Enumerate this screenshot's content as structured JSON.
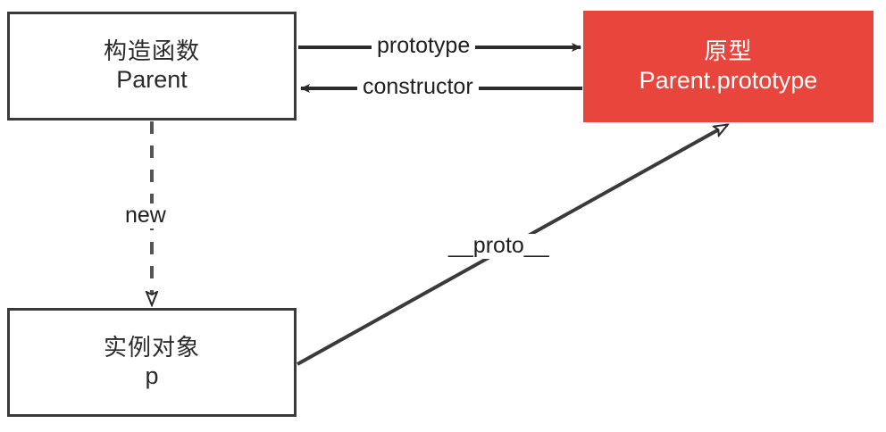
{
  "diagram": {
    "title": "JavaScript prototype relationship diagram",
    "colors": {
      "accent": "#e8453c",
      "stroke": "#3a3a3a",
      "edge": "#2b2b2b",
      "text_dark": "#2b2b2b",
      "text_light": "#ffffff",
      "background": "#ffffff"
    },
    "nodes": [
      {
        "id": "constructor-node",
        "line1": "构造函数",
        "line2": "Parent",
        "style": "plain"
      },
      {
        "id": "prototype-node",
        "line1": "原型",
        "line2": "Parent.prototype",
        "style": "accent"
      },
      {
        "id": "instance-node",
        "line1": "实例对象",
        "line2": "p",
        "style": "plain"
      }
    ],
    "edges": [
      {
        "id": "edge-prototype",
        "label": "prototype",
        "from": "constructor-node",
        "to": "prototype-node",
        "line": "solid",
        "arrow": "filled"
      },
      {
        "id": "edge-constructor",
        "label": "constructor",
        "from": "prototype-node",
        "to": "constructor-node",
        "line": "solid",
        "arrow": "filled"
      },
      {
        "id": "edge-new",
        "label": "new",
        "from": "constructor-node",
        "to": "instance-node",
        "line": "dashed",
        "arrow": "hollow"
      },
      {
        "id": "edge-proto",
        "label": "__proto__",
        "from": "instance-node",
        "to": "prototype-node",
        "line": "solid",
        "arrow": "hollow"
      }
    ]
  }
}
